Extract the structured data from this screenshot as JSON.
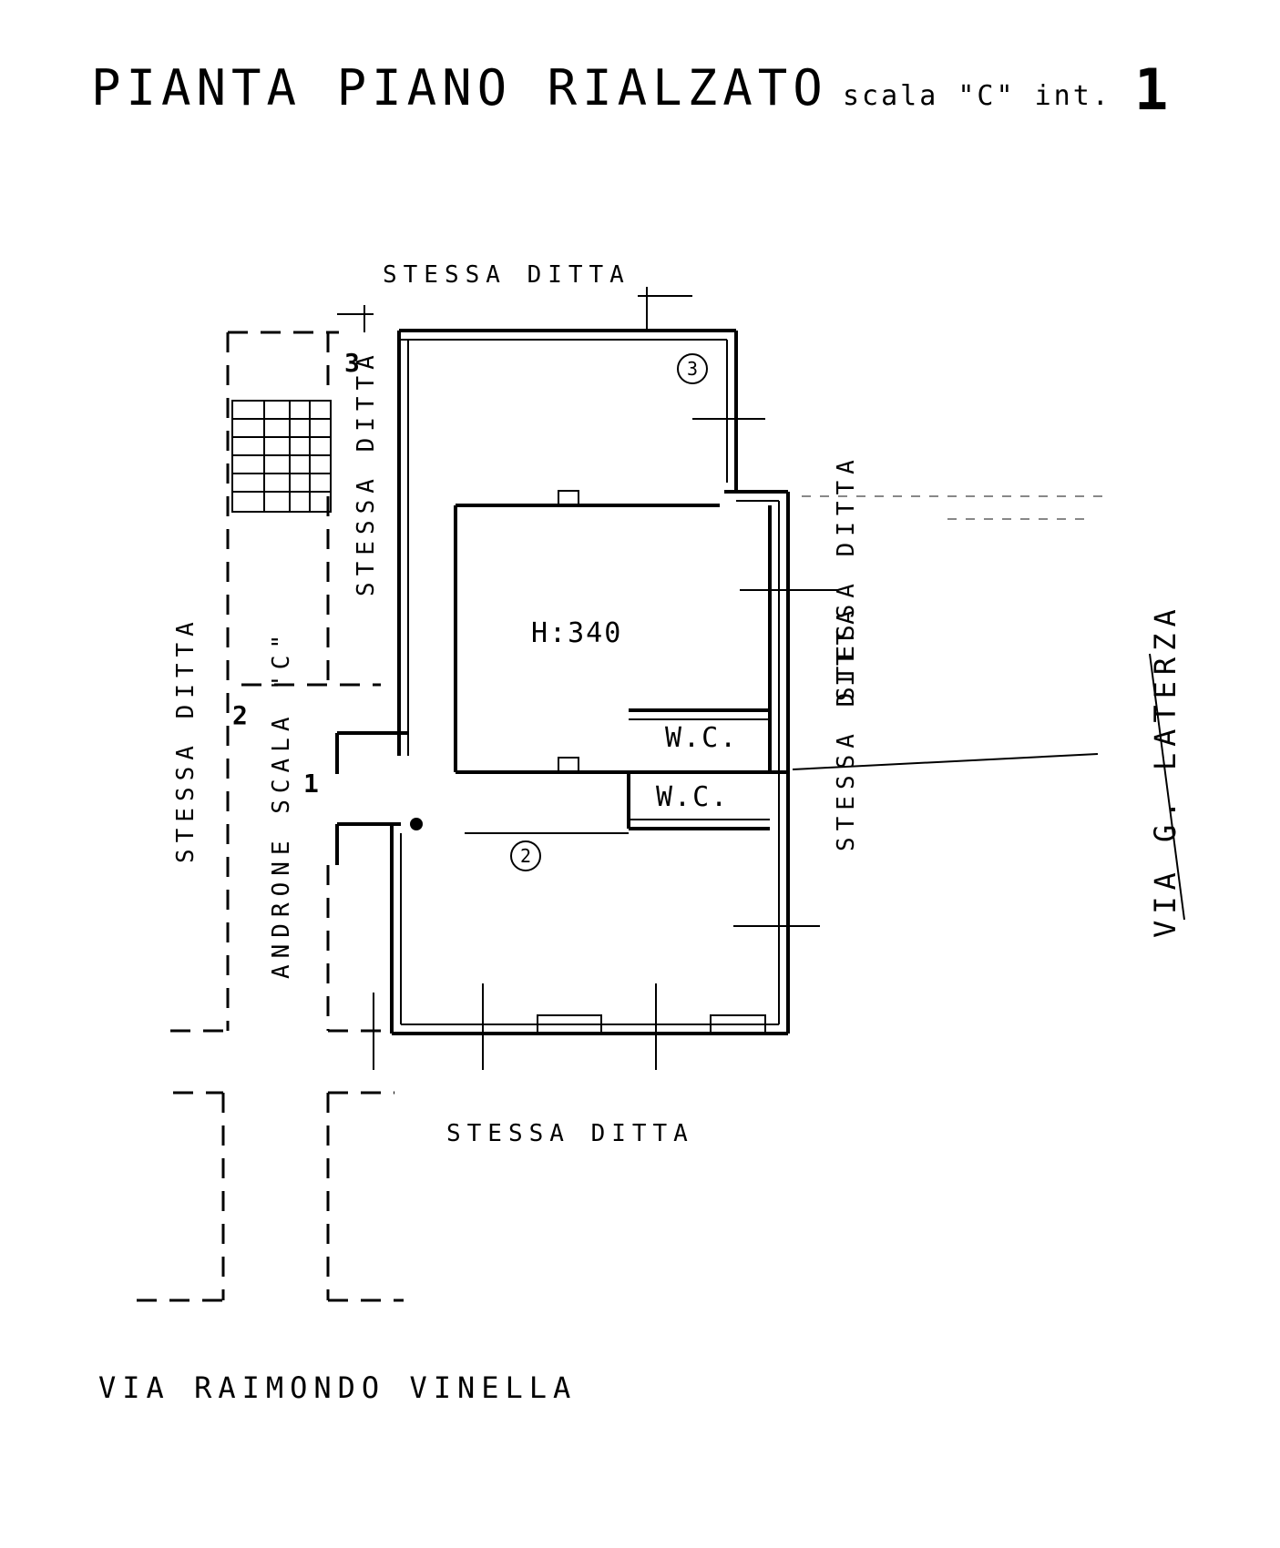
{
  "title": {
    "main": "PIANTA PIANO RIALZATO",
    "scale": "scala \"C\" int.",
    "number": "1"
  },
  "labels": {
    "neighbor_top": "STESSA DITTA",
    "neighbor_upper_left": "STESSA DITTA",
    "neighbor_left": "STESSA DITTA",
    "neighbor_right": "STESSA DITTA",
    "neighbor_right_lower": "STESSA DITTA",
    "neighbor_bottom": "STESSA DITTA",
    "entrance_hall": "ANDRONE SCALA \"C\"",
    "room_height": "H:340",
    "wc_1": "W.C.",
    "wc_2": "W.C.",
    "room_2": "2",
    "room_3": "3",
    "stair_1": "1",
    "stair_2": "2",
    "stair_3": "3"
  },
  "streets": {
    "bottom": "VIA RAIMONDO VINELLA",
    "right": "VIA G. LATERZA"
  }
}
